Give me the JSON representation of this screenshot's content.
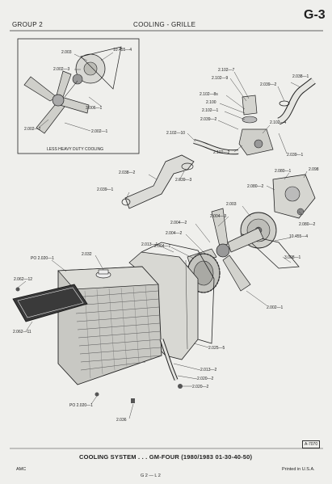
{
  "header": {
    "group": "GROUP 2",
    "section": "COOLING - GRILLE",
    "page_number": "G-3"
  },
  "inset": {
    "caption": "LESS HEAVY DUTY COOLING",
    "parts": [
      "2.003",
      "10.455—4",
      "2.002—3",
      "3.006—1",
      "2.002—2",
      "2.002—1"
    ]
  },
  "parts": {
    "p2102_7": "2.102—7",
    "p2102_9": "2.102—9",
    "p2102_8s": "2.102—8s",
    "p2100": "2.100",
    "p2102_1": "2.102—1",
    "p2039_2a": "2.039—2",
    "p2102_10": "2.102—10",
    "p2102_2": "2.102—2",
    "p2102_4": "2.102—4",
    "p2038_1": "2.038—1",
    "p2039_2b": "2.039—2",
    "p2039_1a": "2.039—1",
    "p2038_2": "2.038—2",
    "p2039_3": "2.039—3",
    "p2039_1b": "2.039—1",
    "p2080_1": "2.080—1",
    "p2098": "2.098",
    "p2080_2a": "2.080—2",
    "p2003": "2.003",
    "p2080_2b": "2.080—2",
    "p2004_3": "2.004—3",
    "p2004_2a": "2.004—2",
    "p2004_2b": "2.004—2",
    "p10455_4": "10.455—4",
    "p2013_1": "2.013—1",
    "p2004_1": "2.004—1",
    "p3008_1": "3.008—1",
    "p2032": "2.032",
    "p2020_1a": "PO 2.020—1",
    "p2062_12": "2.062—12",
    "p2062_11": "2.062—11",
    "p2002_1": "2.002—1",
    "p2025_5": "2.025—5",
    "p2013_2": "2.013—2",
    "p2020_2a": "2.020—2",
    "p2020_2b": "2.020—2",
    "p2020_1b": "PO 2.020—1",
    "p2036": "2.036"
  },
  "footer": {
    "title": "COOLING SYSTEM . . . GM-FOUR (1980/1983  01-30-40-50)",
    "ref_code": "A-7070",
    "left": "AMC",
    "center": "G  2  —  L  2",
    "right": "Printed  in U.S.A."
  }
}
